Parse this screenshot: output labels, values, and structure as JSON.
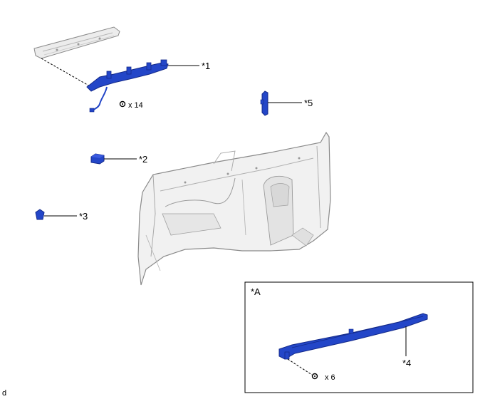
{
  "diagram": {
    "callouts": {
      "c1": "*1",
      "c2": "*2",
      "c3": "*3",
      "c4": "*4",
      "c5": "*5"
    },
    "quantities": {
      "upper_clips": "x 14",
      "lower_clips": "x 6"
    },
    "detail_label": "*A",
    "corner_mark": "d"
  },
  "colors": {
    "highlight_part": "#2346c8",
    "highlight_dark": "#142a8a",
    "panel_fill": "#f1f1f1",
    "panel_stroke": "#8a8a8a",
    "leader_line": "#000000"
  }
}
